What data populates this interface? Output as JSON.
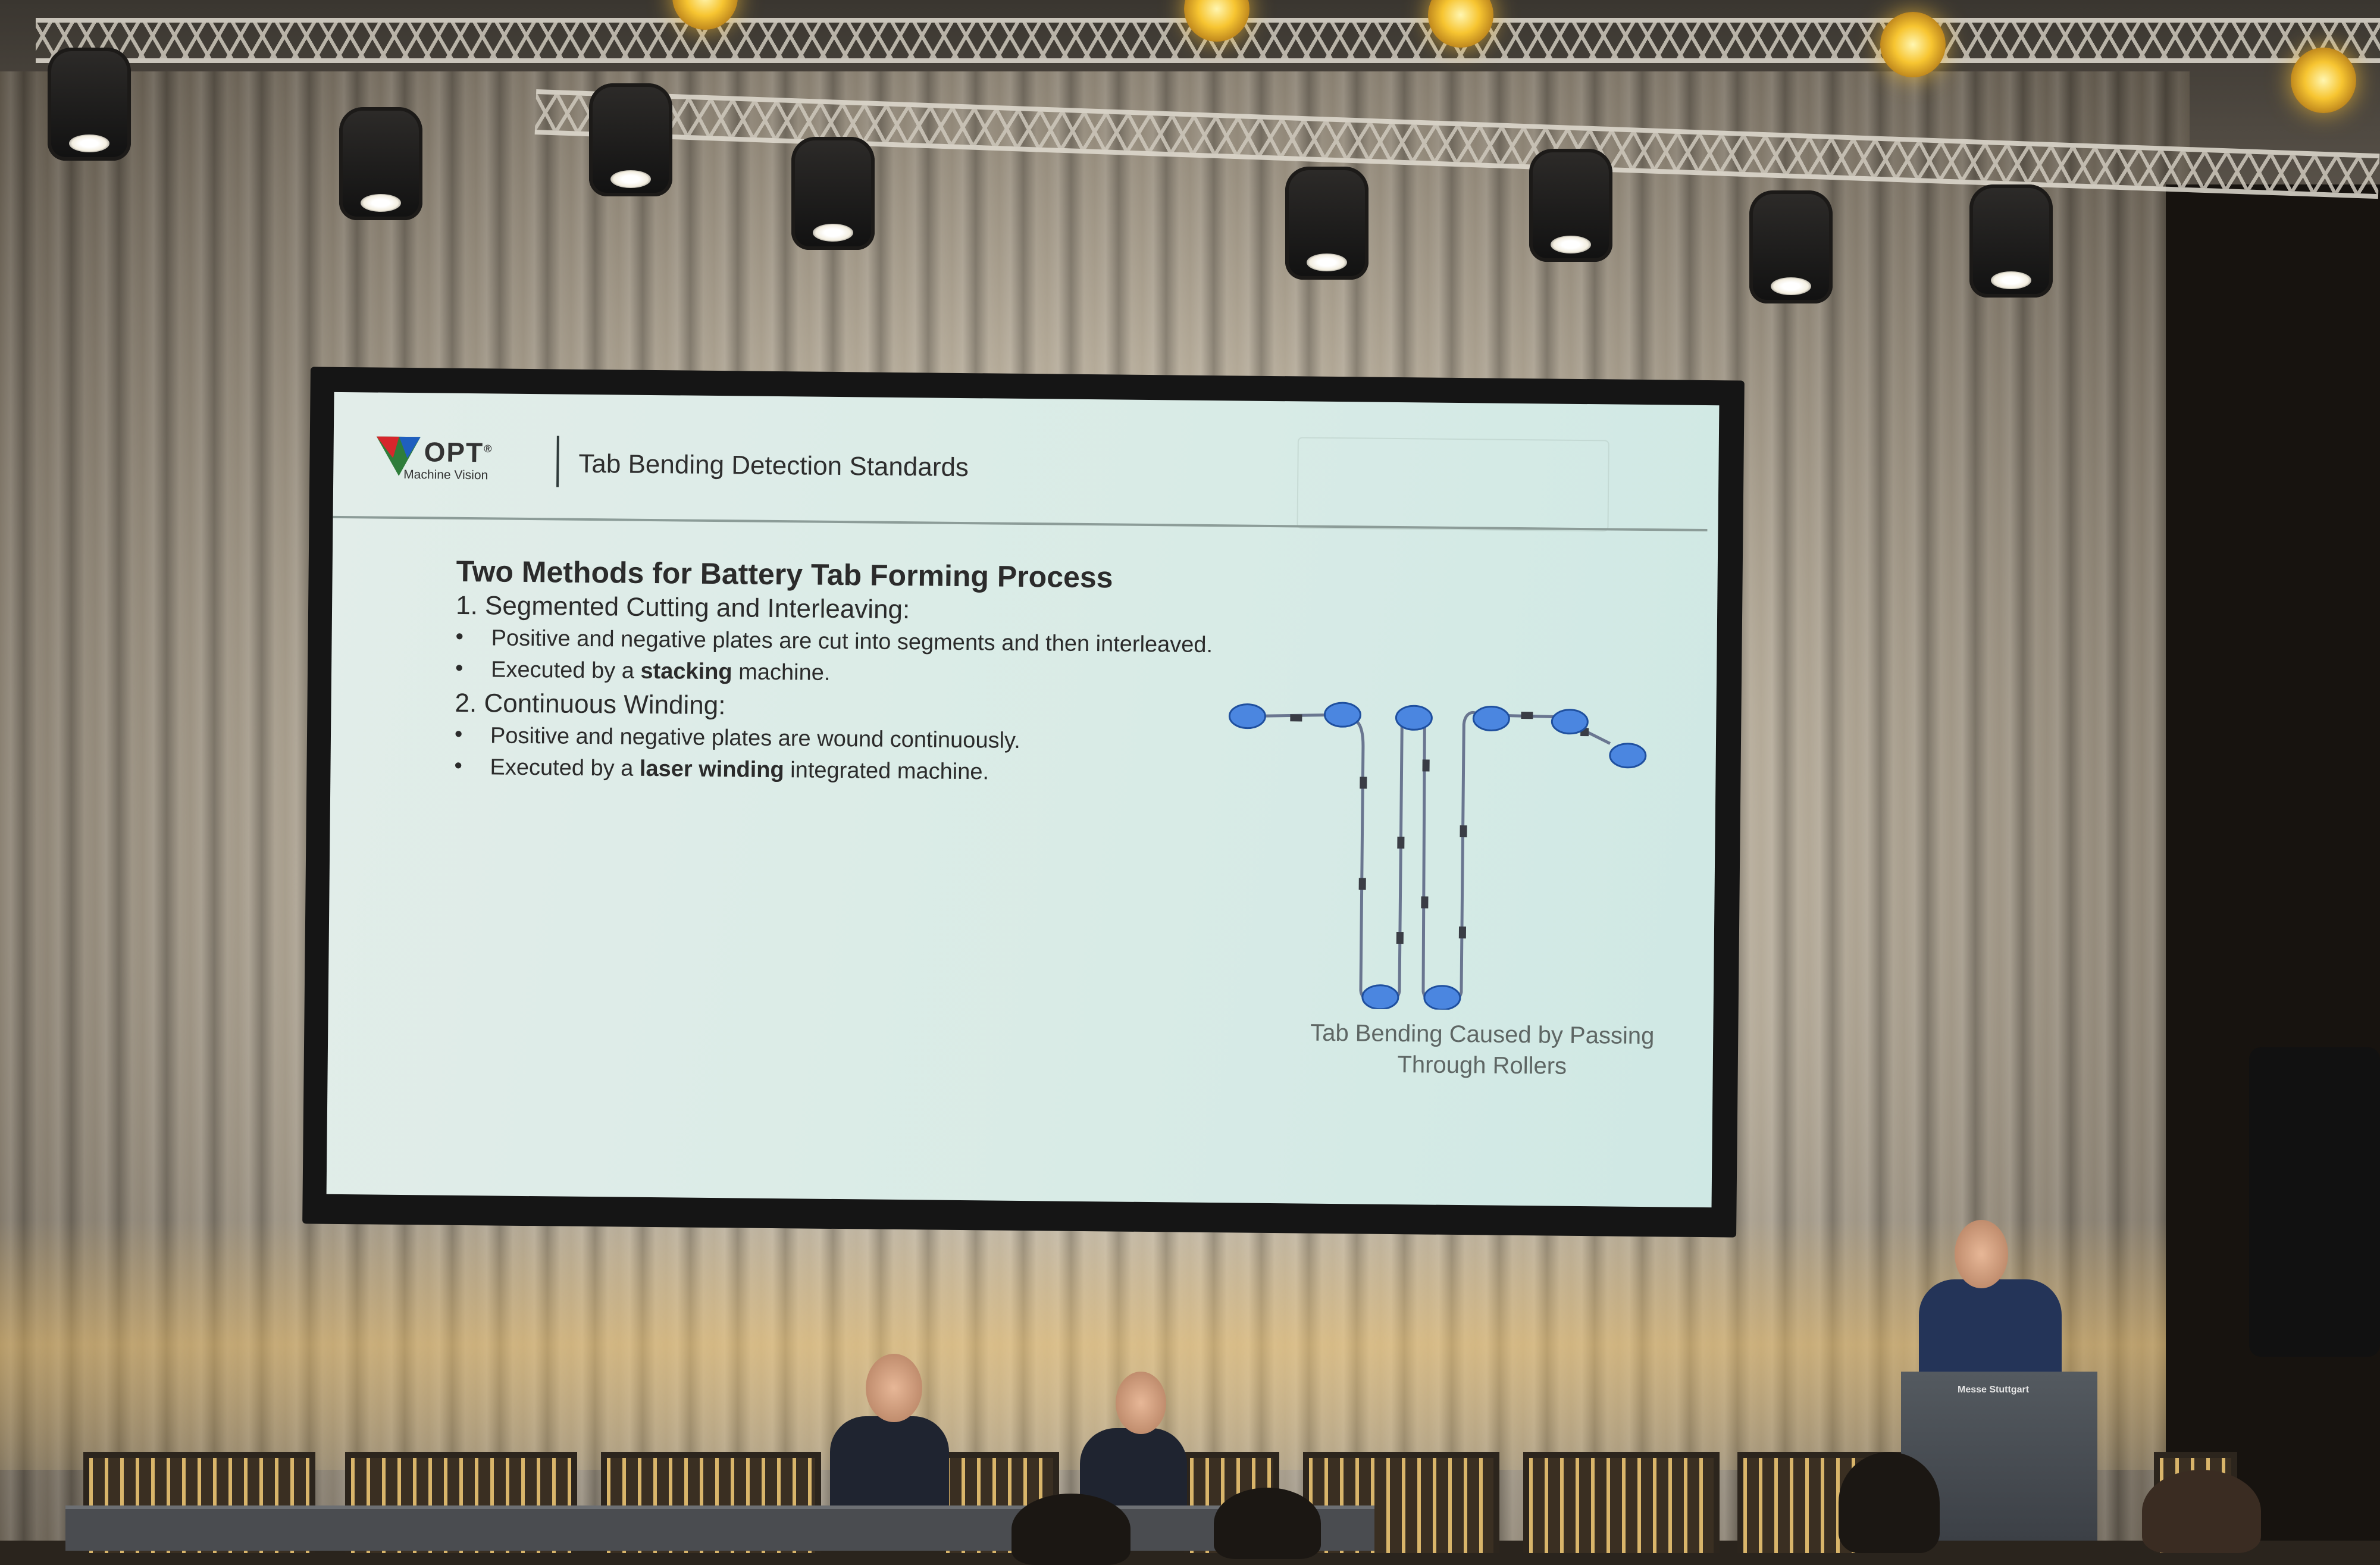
{
  "slide": {
    "logo": {
      "word": "OPT",
      "registered": "®",
      "subtitle": "Machine Vision"
    },
    "header_title": "Tab Bending Detection Standards",
    "heading": "Two Methods for Battery Tab Forming Process",
    "methods": [
      {
        "title": "1. Segmented Cutting and Interleaving:",
        "bullets": [
          {
            "prefix": "Positive and negative plates are cut into segments and then interleaved.",
            "bold": "",
            "suffix": ""
          },
          {
            "prefix": "Executed by a ",
            "bold": "stacking",
            "suffix": " machine."
          }
        ]
      },
      {
        "title": "2. Continuous Winding:",
        "bullets": [
          {
            "prefix": "Positive and negative plates are wound continuously.",
            "bold": "",
            "suffix": ""
          },
          {
            "prefix": "Executed by a ",
            "bold": "laser winding",
            "suffix": " integrated machine."
          }
        ]
      }
    ],
    "bullet_symbol": "•",
    "diagram_caption_line1": "Tab Bending Caused by Passing",
    "diagram_caption_line2": "Through Rollers"
  },
  "podium": {
    "label": "Messe Stuttgart"
  },
  "colors": {
    "slide_background": "#d8ebe6",
    "roller_fill": "#4b86e0",
    "roller_stroke": "#1f4f9e",
    "web_line": "#6a7690",
    "tab_marker": "#3a3d45"
  }
}
